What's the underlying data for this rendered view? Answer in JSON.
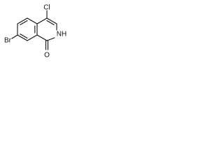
{
  "molecule": {
    "labels": {
      "chloro": "Cl",
      "bromo": "Br",
      "nh": "NH",
      "oxygen": "O"
    }
  }
}
